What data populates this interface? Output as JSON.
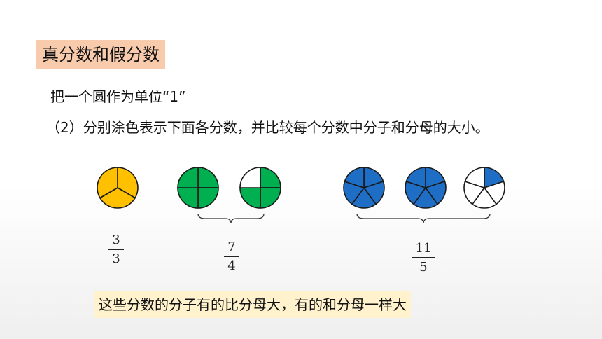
{
  "heading": "真分数和假分数",
  "instruction_1": "把一个圆作为单位“1”",
  "instruction_2": "（2）分别涂色表示下面各分数，并比较每个分数中分子和分母的大小。",
  "colors": {
    "yellow": "#ffc000",
    "green": "#00b050",
    "blue": "#1f6ec6",
    "empty": "#ffffff",
    "title_bg": "#f8cbad",
    "note_bg": "#fff2cc"
  },
  "fractions": [
    {
      "numerator": "3",
      "denominator": "3",
      "parts": 3,
      "filled": 3
    },
    {
      "numerator": "7",
      "denominator": "4",
      "parts": 4,
      "filled": 7
    },
    {
      "numerator": "11",
      "denominator": "5",
      "parts": 5,
      "filled": 11
    }
  ],
  "conclusion": "这些分数的分子有的比分母大，有的和分母一样大"
}
